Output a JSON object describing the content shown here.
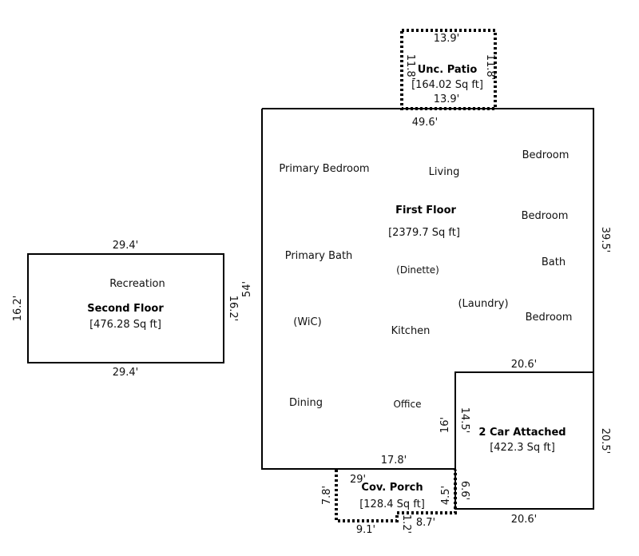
{
  "first_floor": {
    "name": "First Floor",
    "area": "[2379.7 Sq ft]",
    "dims": {
      "top": "49.6'",
      "right": "39.5'",
      "left": "54'",
      "bottom": "17.8'",
      "notch_top": "20.6'",
      "notch_left": "16'",
      "porch_edge": "29'"
    },
    "rooms": [
      "Primary Bedroom",
      "Living",
      "Bedroom",
      "Bedroom",
      "Primary Bath",
      "(Dinette)",
      "Bath",
      "(Laundry)",
      "(WiC)",
      "Kitchen",
      "Bedroom",
      "Dining",
      "Office"
    ]
  },
  "patio": {
    "name": "Unc. Patio",
    "area": "[164.02 Sq ft]",
    "dims": {
      "top": "13.9'",
      "bottom": "13.9'",
      "left": "11.8'",
      "right": "11.8'"
    }
  },
  "second_floor": {
    "name": "Second Floor",
    "area": "[476.28 Sq ft]",
    "room": "Recreation",
    "dims": {
      "top": "29.4'",
      "bottom": "29.4'",
      "left": "16.2'",
      "right": "16.2'"
    }
  },
  "garage": {
    "name": "2 Car Attached",
    "area": "[422.3 Sq ft]",
    "dims": {
      "top": "20.6'",
      "bottom": "20.6'",
      "right": "20.5'",
      "left": "14.5'"
    }
  },
  "porch": {
    "name": "Cov. Porch",
    "area": "[128.4 Sq ft]",
    "dims": {
      "left": "7.8'",
      "bottom": "9.1'",
      "step": "1.2'",
      "bottom_right": "8.7'",
      "right_inner": "4.5'",
      "right_outer": "6.6'"
    }
  }
}
